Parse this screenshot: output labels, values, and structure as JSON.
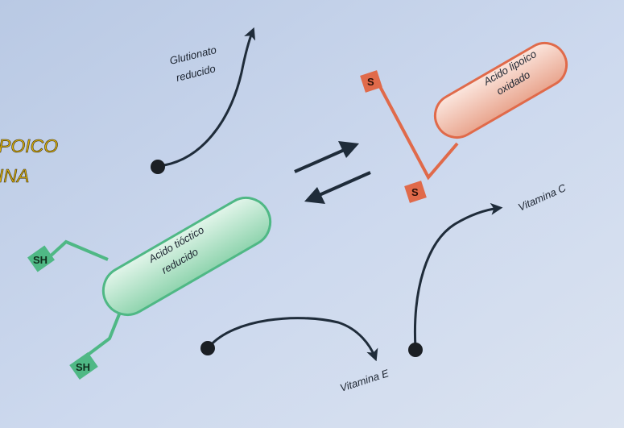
{
  "side_text": [
    "POICO",
    "INA"
  ],
  "labels": {
    "glutathione": [
      "Glutionato",
      "reducido"
    ],
    "oxidized": [
      "Acido lipoico",
      "oxidado"
    ],
    "reduced": [
      "Acido tióctico",
      "reducido"
    ],
    "vitamin_c": "Vitamina C",
    "vitamin_e": "Vitamina E"
  },
  "groups": {
    "oxidized_top": "S",
    "oxidized_bottom": "S",
    "reduced_upper": "SH",
    "reduced_lower": "SH"
  },
  "colors": {
    "background": "#c5d3ea",
    "oxidized": "#e06a4a",
    "reduced": "#4fb885",
    "arrow": "#1f2c3a",
    "side_text": "#d8b010"
  }
}
